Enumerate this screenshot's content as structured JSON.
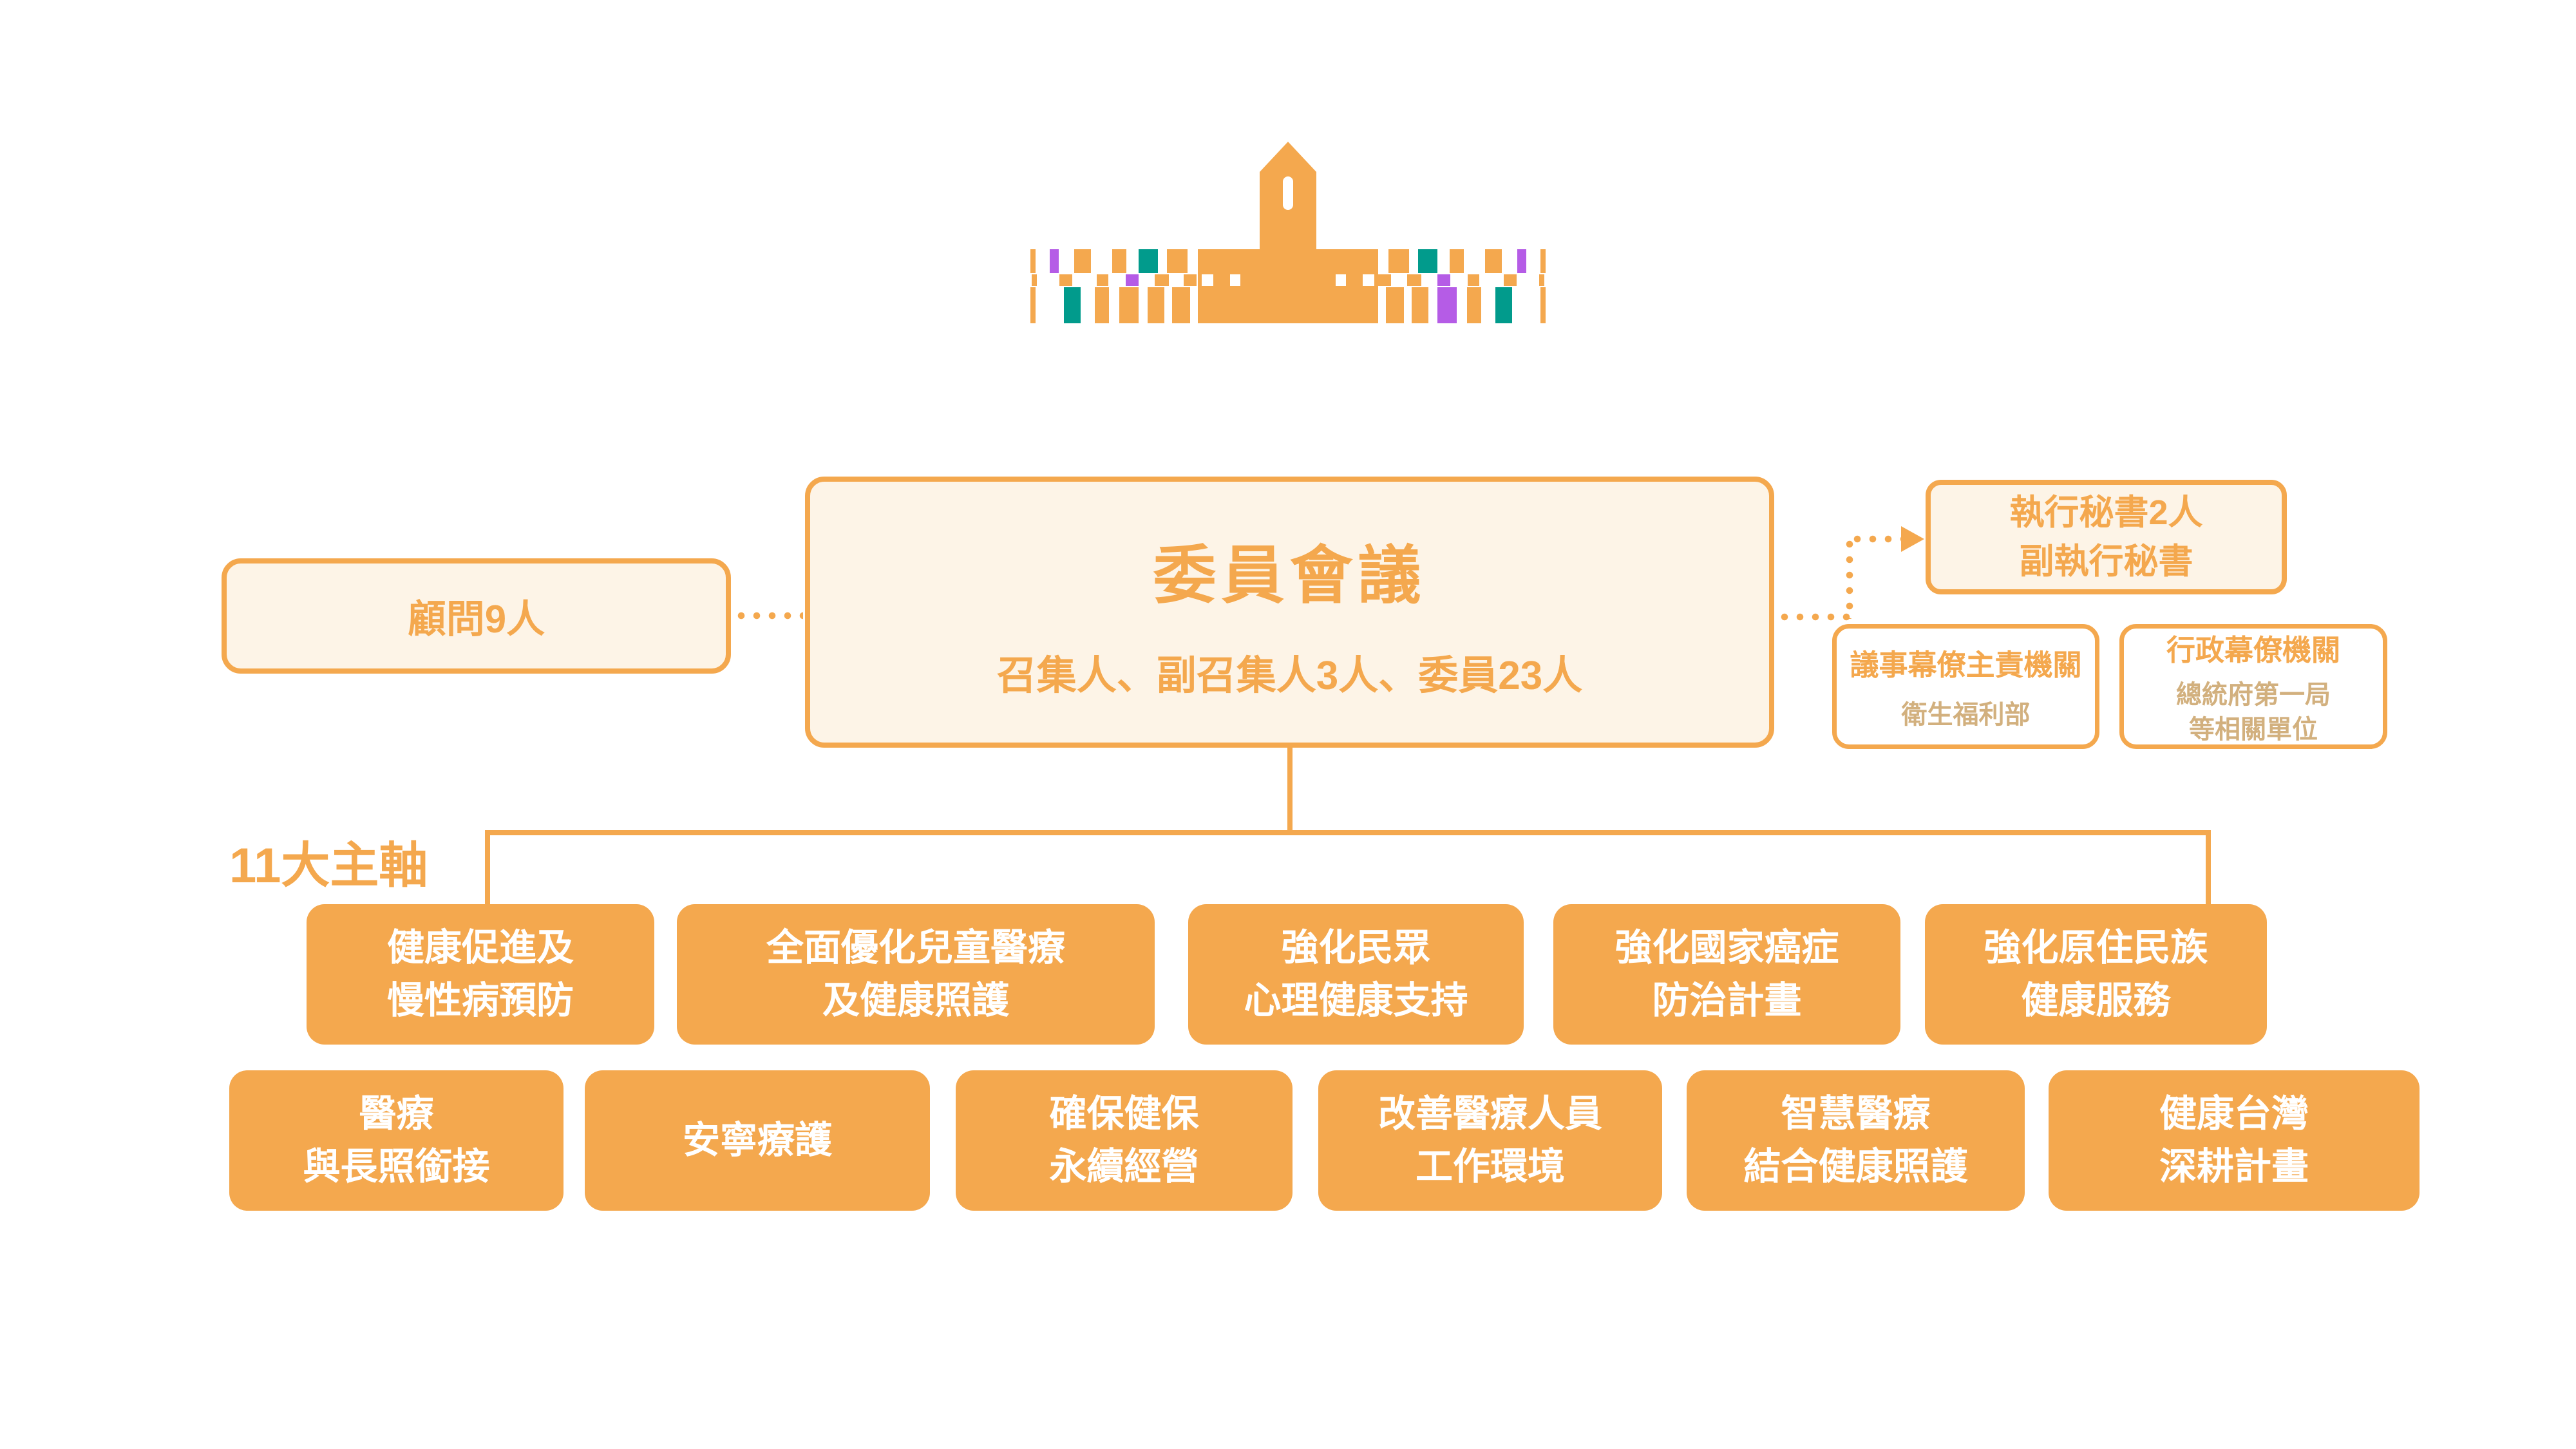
{
  "colors": {
    "orange": "#F4A84E",
    "cream": "#FDF4E7",
    "teal": "#019B8C",
    "purple": "#B55CE6",
    "tan": "#D2B07E",
    "white": "#FFFFFF"
  },
  "logo": {
    "name": "presidential-office-building-logo"
  },
  "committee_box": {
    "title": "委員會議",
    "subtitle": "召集人、副召集人3人、委員23人"
  },
  "advisor_box": {
    "label": "顧問9人"
  },
  "secretary_box": {
    "line1": "執行秘書2人",
    "line2": "副執行秘書"
  },
  "staff_boxes": [
    {
      "title": "議事幕僚主責機關",
      "subtitle": "衛生福利部"
    },
    {
      "title": "行政幕僚機關",
      "subtitle": "總統府第一局",
      "subtitle2": "等相關單位"
    }
  ],
  "axes_label": "11大主軸",
  "axes_row1": [
    {
      "line1": "健康促進及",
      "line2": "慢性病預防"
    },
    {
      "line1": "全面優化兒童醫療",
      "line2": "及健康照護"
    },
    {
      "line1": "強化民眾",
      "line2": "心理健康支持"
    },
    {
      "line1": "強化國家癌症",
      "line2": "防治計畫"
    },
    {
      "line1": "強化原住民族",
      "line2": "健康服務"
    }
  ],
  "axes_row2": [
    {
      "line1": "醫療",
      "line2": "與長照銜接"
    },
    {
      "line1": "安寧療護"
    },
    {
      "line1": "確保健保",
      "line2": "永續經營"
    },
    {
      "line1": "改善醫療人員",
      "line2": "工作環境"
    },
    {
      "line1": "智慧醫療",
      "line2": "結合健康照護"
    },
    {
      "line1": "健康台灣",
      "line2": "深耕計畫"
    }
  ]
}
